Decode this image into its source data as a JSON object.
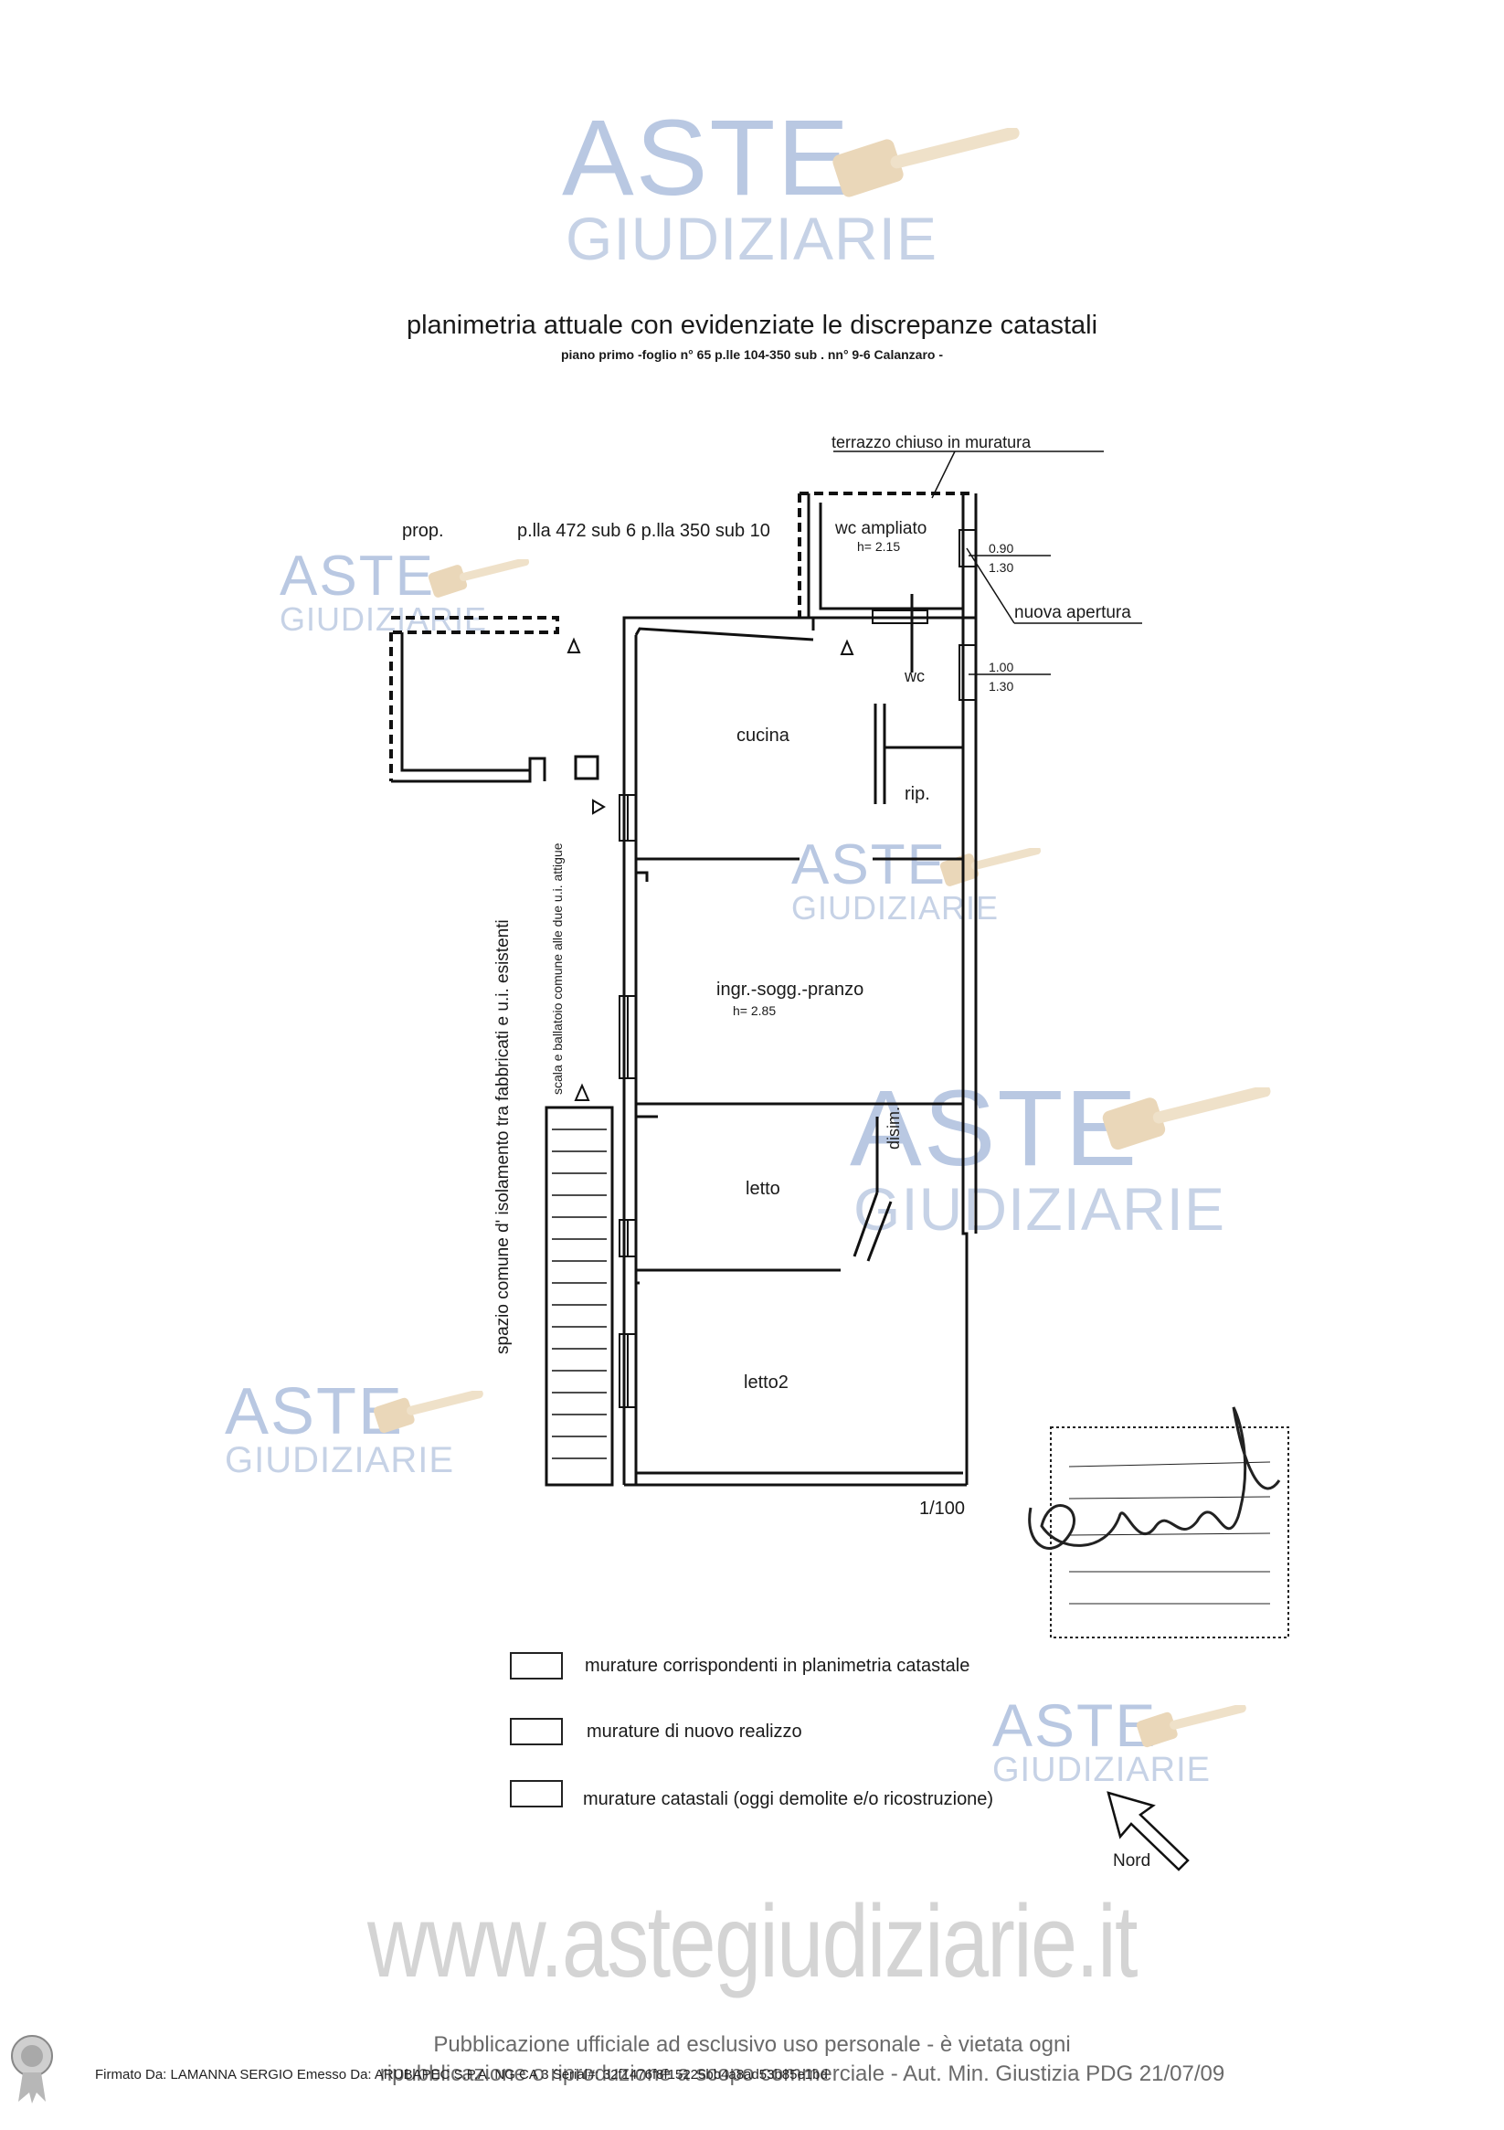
{
  "watermark": {
    "word1": "ASTE",
    "word2": "GIUDIZIARIE",
    "website": "www.astegiudiziarie.it"
  },
  "header": {
    "title": "planimetria attuale con evidenziate le discrepanze catastali",
    "subtitle": "piano primo  -foglio n° 65 p.lle 104-350 sub . nn° 9-6 Calanzaro -"
  },
  "plan": {
    "prop_label": "prop.",
    "neighbors": "p.lla 472 sub 6 p.lla 350 sub 10",
    "terrace_note": "terrazzo  chiuso in muratura",
    "wc_ampliato": "wc ampliato",
    "wc_height": "h= 2.15",
    "dim_top_1": "0.90",
    "dim_top_2": "1.30",
    "nuova_apertura": "nuova apertura",
    "wc": "wc",
    "dim_mid_1": "1.00",
    "dim_mid_2": "1.30",
    "cucina": "cucina",
    "rip": "rip.",
    "ingresso": "ingr.-sogg.-pranzo",
    "ingresso_height": "h= 2.85",
    "disim": "disim.",
    "letto": "letto",
    "letto2": "letto2",
    "scale_label": "1/100",
    "vertical_1": "spazio comune d' isolamento tra fabbricati e u.i. esistenti",
    "vertical_2": "scala e ballatoio comune alle due u.i. attigue"
  },
  "legend": {
    "item1": "murature corrispondenti  in  planimetria catastale",
    "item2": "murature  di nuovo realizzo",
    "item3": "murature  catastali (oggi demolite e/o ricostruzione)"
  },
  "north_label": "Nord",
  "footer": {
    "line1": "Pubblicazione ufficiale ad esclusivo uso personale - è vietata ogni",
    "line2": "ripubblicazione o riproduzione a scopo commerciale - Aut. Min. Giustizia PDG 21/07/09",
    "signature_note": "Firmato Da: LAMANNA SERGIO Emesso Da: ARUBAPEC S.P.A. NG CA 3 Serial#: 32f1476f8f15225bb4a8ad53b85e1bd"
  }
}
